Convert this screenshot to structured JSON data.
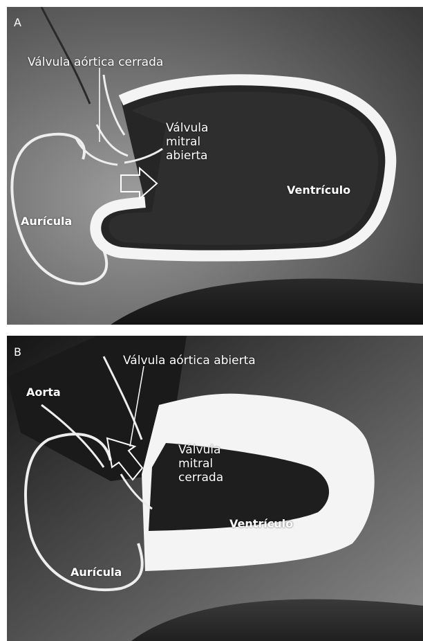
{
  "panels": [
    {
      "letter": "A",
      "labels": {
        "aortic_valve": "Válvula aórtica cerrada",
        "mitral_valve": "Válvula\nmitral\nabierta",
        "ventricle": "Ventrículo",
        "atrium": "Aurícula"
      }
    },
    {
      "letter": "B",
      "labels": {
        "aortic_valve": "Válvula aórtica abierta",
        "aorta": "Aorta",
        "mitral_valve": "Válvula\nmitral\ncerrada",
        "ventricle": "Ventrículo",
        "atrium": "Aurícula"
      }
    }
  ],
  "colors": {
    "outline": "#f4f4f4",
    "background_dark": "#1e1e1e",
    "background_light": "#9a9a9a"
  }
}
